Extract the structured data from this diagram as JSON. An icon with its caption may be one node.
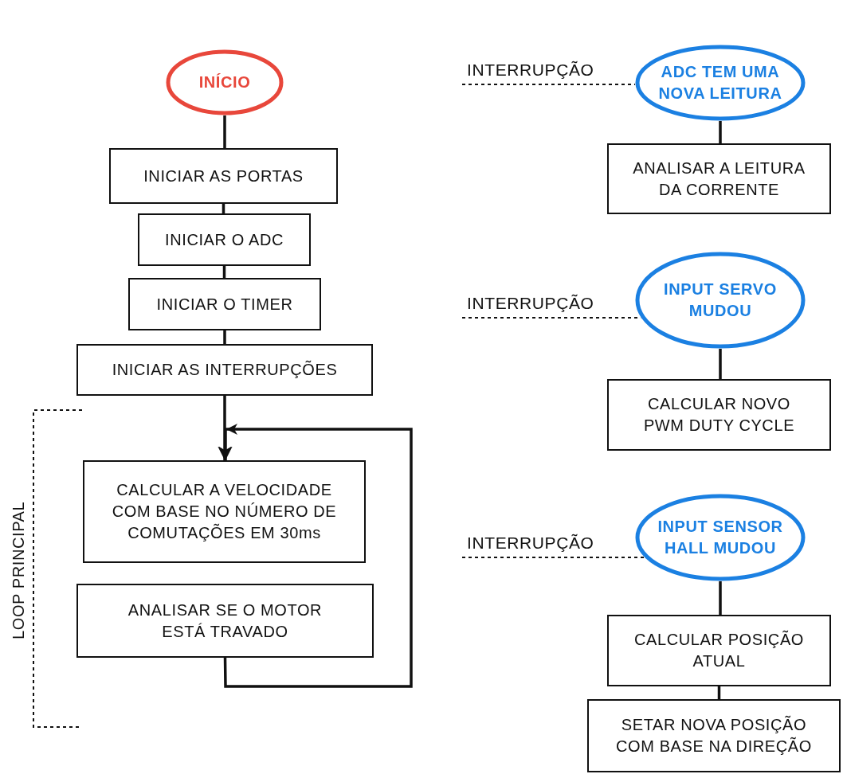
{
  "diagram": {
    "nodes": [
      {
        "text": [
          "INÍCIO"
        ]
      },
      {
        "text": [
          "INICIAR AS PORTAS"
        ]
      },
      {
        "text": [
          "INICIAR O ADC"
        ]
      },
      {
        "text": [
          "INICIAR O TIMER"
        ]
      },
      {
        "text": [
          "INICIAR AS INTERRUPÇÕES"
        ]
      },
      {
        "text": [
          "CALCULAR A VELOCIDADE COM BASE NO NÚMERO DE COMUTAÇÕES EM 30ms"
        ]
      },
      {
        "text": [
          "ANALISAR SE O MOTOR ESTÁ TRAVADO"
        ]
      },
      {
        "text": [
          "INTERRUPÇÃO"
        ]
      },
      {
        "text": [
          "ADC TEM UMA NOVA LEITURA"
        ]
      },
      {
        "text": [
          "ANALISAR A LEITURA DA CORRENTE"
        ]
      },
      {
        "text": [
          "INTERRUPÇÃO"
        ]
      },
      {
        "text": [
          "INPUT SERVO MUDOU"
        ]
      },
      {
        "text": [
          "CALCULAR NOVO PWM DUTY CYCLE"
        ]
      },
      {
        "text": [
          "INTERRUPÇÃO"
        ]
      },
      {
        "text": [
          "INPUT SENSOR HALL MUDOU"
        ]
      },
      {
        "text": [
          "CALCULAR POSIÇÃO ATUAL"
        ]
      },
      {
        "text": [
          "SETAR NOVA POSIÇÃO COM BASE NA DIREÇÃO"
        ]
      }
    ],
    "edges": [
      {
        "from": 0,
        "to": 1,
        "arrow": "none"
      },
      {
        "from": 1,
        "to": 2,
        "arrow": "none"
      },
      {
        "from": 2,
        "to": 3,
        "arrow": "none"
      },
      {
        "from": 3,
        "to": 4,
        "arrow": "none"
      },
      {
        "from": 4,
        "to": 5,
        "arrow": "to"
      },
      {
        "from": 6,
        "to": 5,
        "arrow": "to"
      },
      {
        "from": 7,
        "to": 8,
        "arrow": "none",
        "style": "dashed"
      },
      {
        "from": 8,
        "to": 9,
        "arrow": "none"
      },
      {
        "from": 10,
        "to": 11,
        "arrow": "none",
        "style": "dashed"
      },
      {
        "from": 11,
        "to": 12,
        "arrow": "none"
      },
      {
        "from": 13,
        "to": 14,
        "arrow": "none",
        "style": "dashed"
      },
      {
        "from": 14,
        "to": 15,
        "arrow": "none"
      },
      {
        "from": 15,
        "to": 16,
        "arrow": "none"
      }
    ],
    "labels": [
      "LOOP PRINCIPAL"
    ]
  }
}
